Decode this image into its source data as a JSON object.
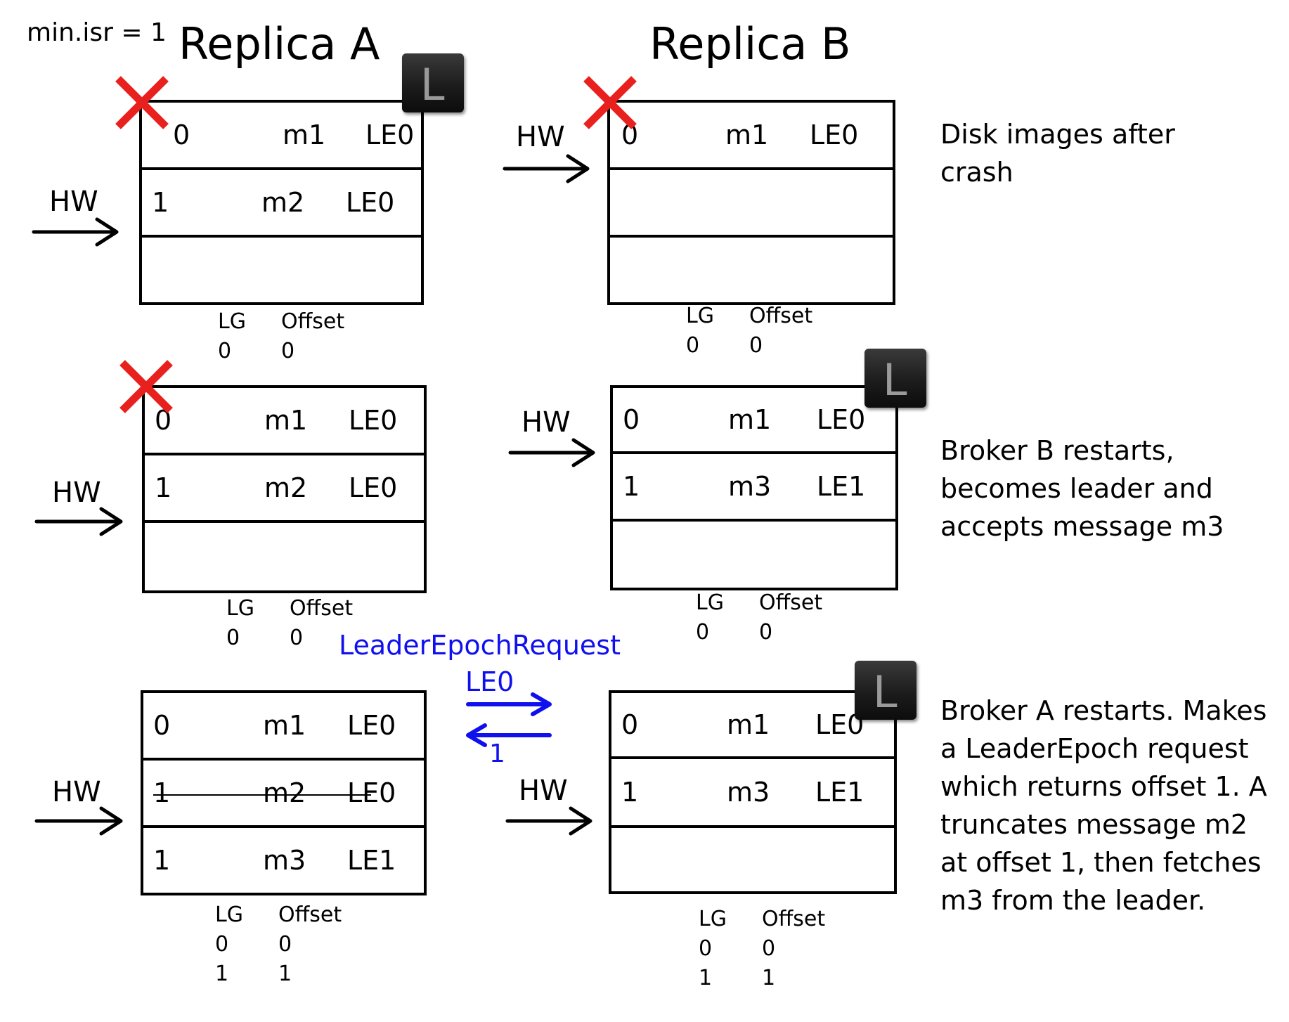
{
  "min_isr": "min.isr = 1",
  "replica_a_title": "Replica A",
  "replica_b_title": "Replica B",
  "leader_badge": "L",
  "hw_label": "HW",
  "lg_header": {
    "lg": "LG",
    "offset": "Offset"
  },
  "colors": {
    "crash_x": "#e8211f",
    "request": "#1010ee"
  },
  "icons": [
    "crash-x-icon",
    "leader-badge-icon",
    "hw-arrow-icon"
  ],
  "rows": [
    {
      "description": "Disk images after crash",
      "replica_a": {
        "entries": [
          [
            "0",
            "m1",
            "LE0"
          ],
          [
            "1",
            "m2",
            "LE0"
          ]
        ],
        "epoch_cache": [
          [
            "0",
            "0"
          ]
        ]
      },
      "replica_b": {
        "entries": [
          [
            "0",
            "m1",
            "LE0"
          ]
        ],
        "epoch_cache": [
          [
            "0",
            "0"
          ]
        ]
      }
    },
    {
      "description": "Broker B restarts, becomes leader and accepts message m3",
      "replica_a": {
        "entries": [
          [
            "0",
            "m1",
            "LE0"
          ],
          [
            "1",
            "m2",
            "LE0"
          ]
        ],
        "epoch_cache": [
          [
            "0",
            "0"
          ]
        ]
      },
      "replica_b": {
        "entries": [
          [
            "0",
            "m1",
            "LE0"
          ],
          [
            "1",
            "m3",
            "LE1"
          ]
        ],
        "epoch_cache": [
          [
            "0",
            "0"
          ]
        ]
      }
    },
    {
      "description": "Broker A restarts. Makes a LeaderEpoch request which returns offset 1. A truncates message m2 at offset 1, then fetches m3 from the leader.",
      "request_label": "LeaderEpochRequest",
      "request_epoch": "LE0",
      "response_offset": "1",
      "replica_a": {
        "entries": [
          [
            "0",
            "m1",
            "LE0"
          ],
          [
            "1",
            "m2",
            "LE0"
          ],
          [
            "1",
            "m3",
            "LE1"
          ]
        ],
        "truncated_entry": 1,
        "epoch_cache": [
          [
            "0",
            "0"
          ],
          [
            "1",
            "1"
          ]
        ]
      },
      "replica_b": {
        "entries": [
          [
            "0",
            "m1",
            "LE0"
          ],
          [
            "1",
            "m3",
            "LE1"
          ]
        ],
        "epoch_cache": [
          [
            "0",
            "0"
          ],
          [
            "1",
            "1"
          ]
        ]
      }
    }
  ]
}
